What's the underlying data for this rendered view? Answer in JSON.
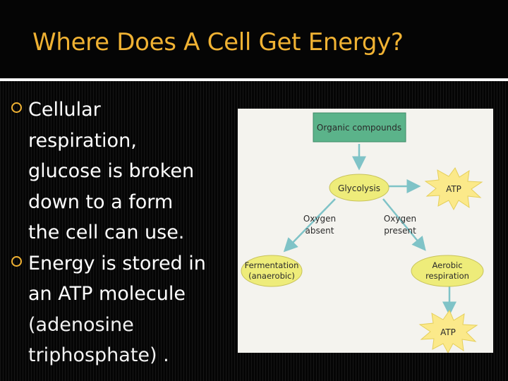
{
  "slide": {
    "title": "Where Does A Cell Get Energy?"
  },
  "bullets": [
    {
      "lines": [
        "Cellular",
        "respiration,",
        "glucose is broken",
        "down to a form",
        "the cell can use."
      ]
    },
    {
      "lines": [
        "Energy is stored in",
        "an ATP molecule"
      ],
      "extra_lines": [
        "(adenosine",
        "triphosphate) ."
      ]
    }
  ],
  "diagram": {
    "nodes": {
      "organic": "Organic compounds",
      "glycolysis": "Glycolysis",
      "atp_top": "ATP",
      "fermentation_1": "Fermentation",
      "fermentation_2": "(anaerobic)",
      "aerobic_1": "Aerobic",
      "aerobic_2": "respiration",
      "atp_bottom": "ATP"
    },
    "labels": {
      "oxygen_absent_1": "Oxygen",
      "oxygen_absent_2": "absent",
      "oxygen_present_1": "Oxygen",
      "oxygen_present_2": "present"
    },
    "colors": {
      "title": "#f0b233",
      "bullet_marker": "#f0b233",
      "organic_box": "#5bb38a",
      "ellipse": "#eeec7a",
      "starburst": "#fbe98a",
      "arrow": "#7fc3c7"
    }
  }
}
